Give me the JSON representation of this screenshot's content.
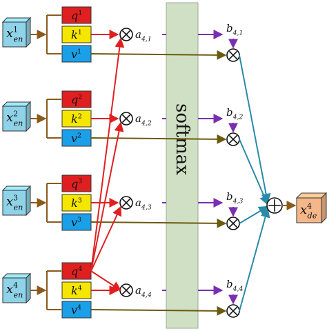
{
  "softmax_label": "softmax",
  "colors": {
    "encoder_box": "#8fd3e8",
    "decoder_box": "#f5b78a",
    "q_box": "#e02020",
    "k_box": "#f5e600",
    "v_box": "#1aa0e8",
    "softmax_bar": "#cfe0c4",
    "arrow_brown": "#8b5a1b",
    "arrow_red": "#e02020",
    "arrow_purple": "#7a2fb0",
    "arrow_olive": "#6b5a10",
    "arrow_teal": "#2a8aa8"
  },
  "rows": [
    {
      "x_base": "x",
      "x_sub": "en",
      "x_sup": "1",
      "q_base": "q",
      "q_sup": "1",
      "k_base": "k",
      "k_sup": "1",
      "v_base": "v",
      "v_sup": "1",
      "a_base": "a",
      "a_sub": "4,1",
      "b_base": "b",
      "b_sub": "4,1"
    },
    {
      "x_base": "x",
      "x_sub": "en",
      "x_sup": "2",
      "q_base": "q",
      "q_sup": "2",
      "k_base": "k",
      "k_sup": "2",
      "v_base": "v",
      "v_sup": "2",
      "a_base": "a",
      "a_sub": "4,2",
      "b_base": "b",
      "b_sub": "4,2"
    },
    {
      "x_base": "x",
      "x_sub": "en",
      "x_sup": "3",
      "q_base": "q",
      "q_sup": "3",
      "k_base": "k",
      "k_sup": "3",
      "v_base": "v",
      "v_sup": "3",
      "a_base": "a",
      "a_sub": "4,3",
      "b_base": "b",
      "b_sub": "4,3"
    },
    {
      "x_base": "x",
      "x_sub": "en",
      "x_sup": "4",
      "q_base": "q",
      "q_sup": "4",
      "k_base": "k",
      "k_sup": "4",
      "v_base": "v",
      "v_sup": "4",
      "a_base": "a",
      "a_sub": "4,4",
      "b_base": "b",
      "b_sub": "4,4"
    }
  ],
  "output": {
    "x_base": "x",
    "x_sub": "de",
    "x_sup": "4"
  },
  "symbols": {
    "multiply": "⊗",
    "add": "⊕"
  }
}
